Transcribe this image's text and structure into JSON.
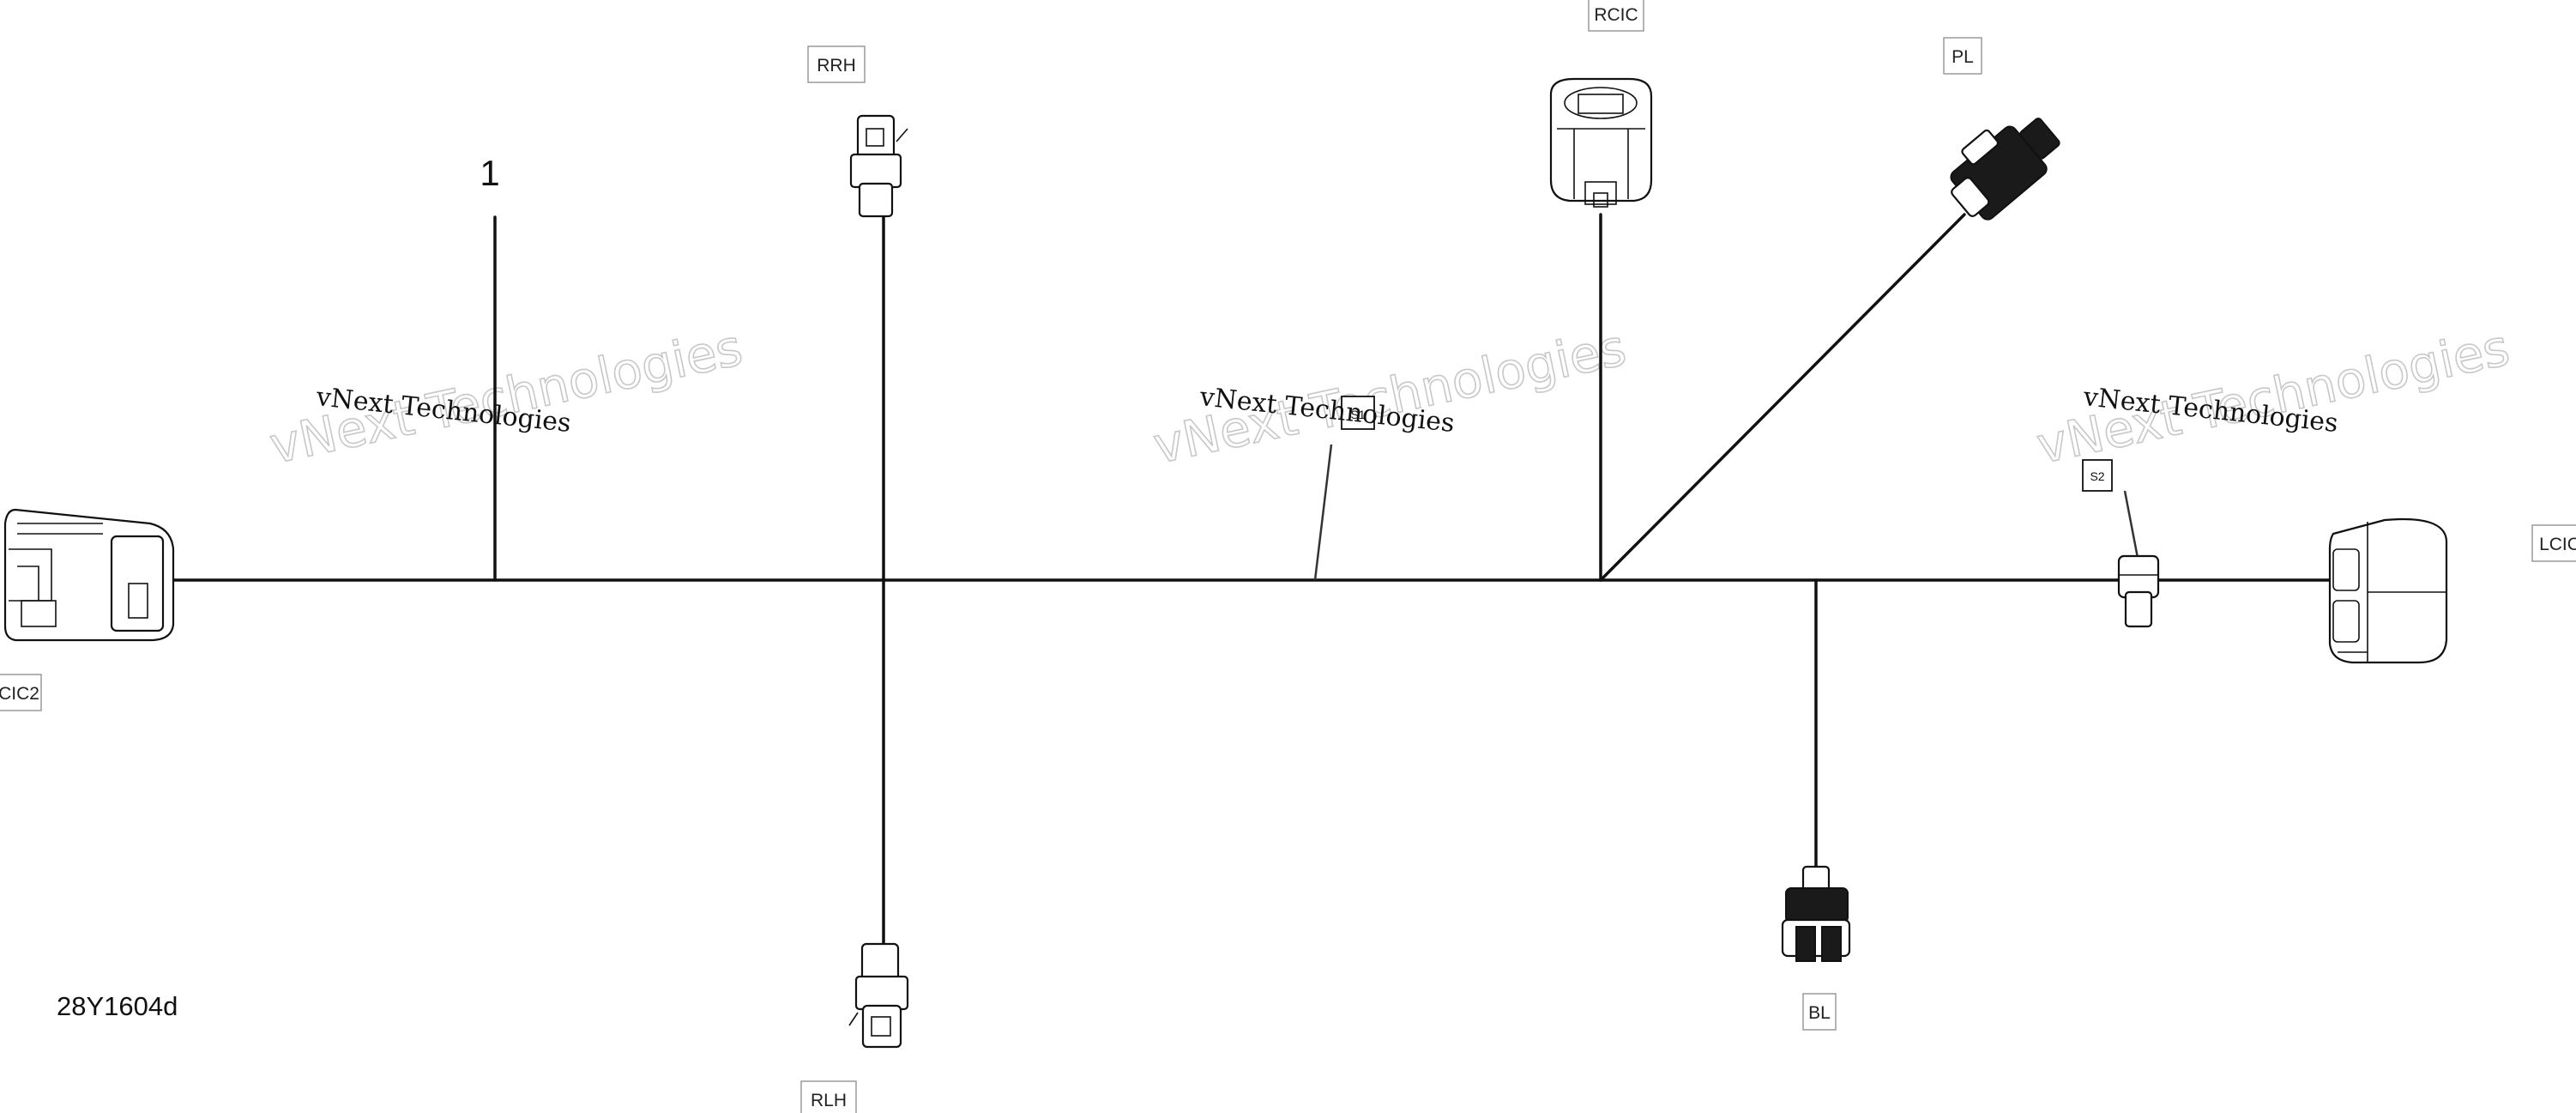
{
  "connectors": {
    "rrh": "RRH",
    "rcic": "RCIC",
    "pl": "PL",
    "lcic": "LCIC",
    "cic2": "CIC2",
    "bl": "BL",
    "rlh": "RLH"
  },
  "splices": {
    "s1": "S1",
    "s2": "S2"
  },
  "callout": "1",
  "reference_code": "28Y1604d",
  "watermark": {
    "line1": "vNext Technologies",
    "line2": "vNext Technologies"
  }
}
